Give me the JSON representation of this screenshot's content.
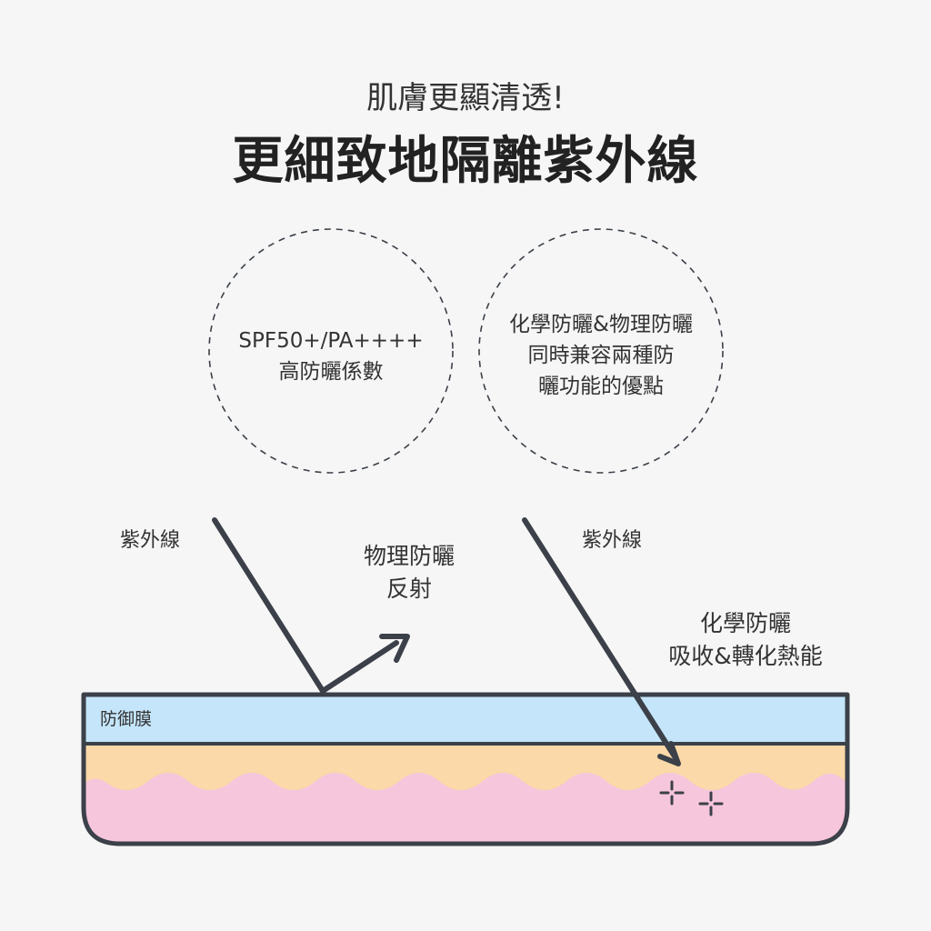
{
  "heading": {
    "subtitle": "肌膚更顯清透!",
    "title": "更細致地隔離紫外線"
  },
  "circles": [
    {
      "lines": [
        "SPF50+/PA++++",
        "高防曬係數"
      ]
    },
    {
      "lines": [
        "化學防曬&物理防曬",
        "同時兼容兩種防",
        "曬功能的優點"
      ]
    }
  ],
  "labels": {
    "uv_left": "紫外線",
    "uv_right": "紫外線",
    "reflect": [
      "物理防曬",
      "反射"
    ],
    "absorb": [
      "化學防曬",
      "吸收&轉化熱能"
    ],
    "film": "防御膜"
  },
  "colors": {
    "film": "#c4e5fa",
    "skin_top": "#fbd9a8",
    "skin_bottom": "#f6c6dc",
    "stroke": "#3b4049"
  },
  "icons": {
    "spark": "sparkle-cross-icon"
  }
}
